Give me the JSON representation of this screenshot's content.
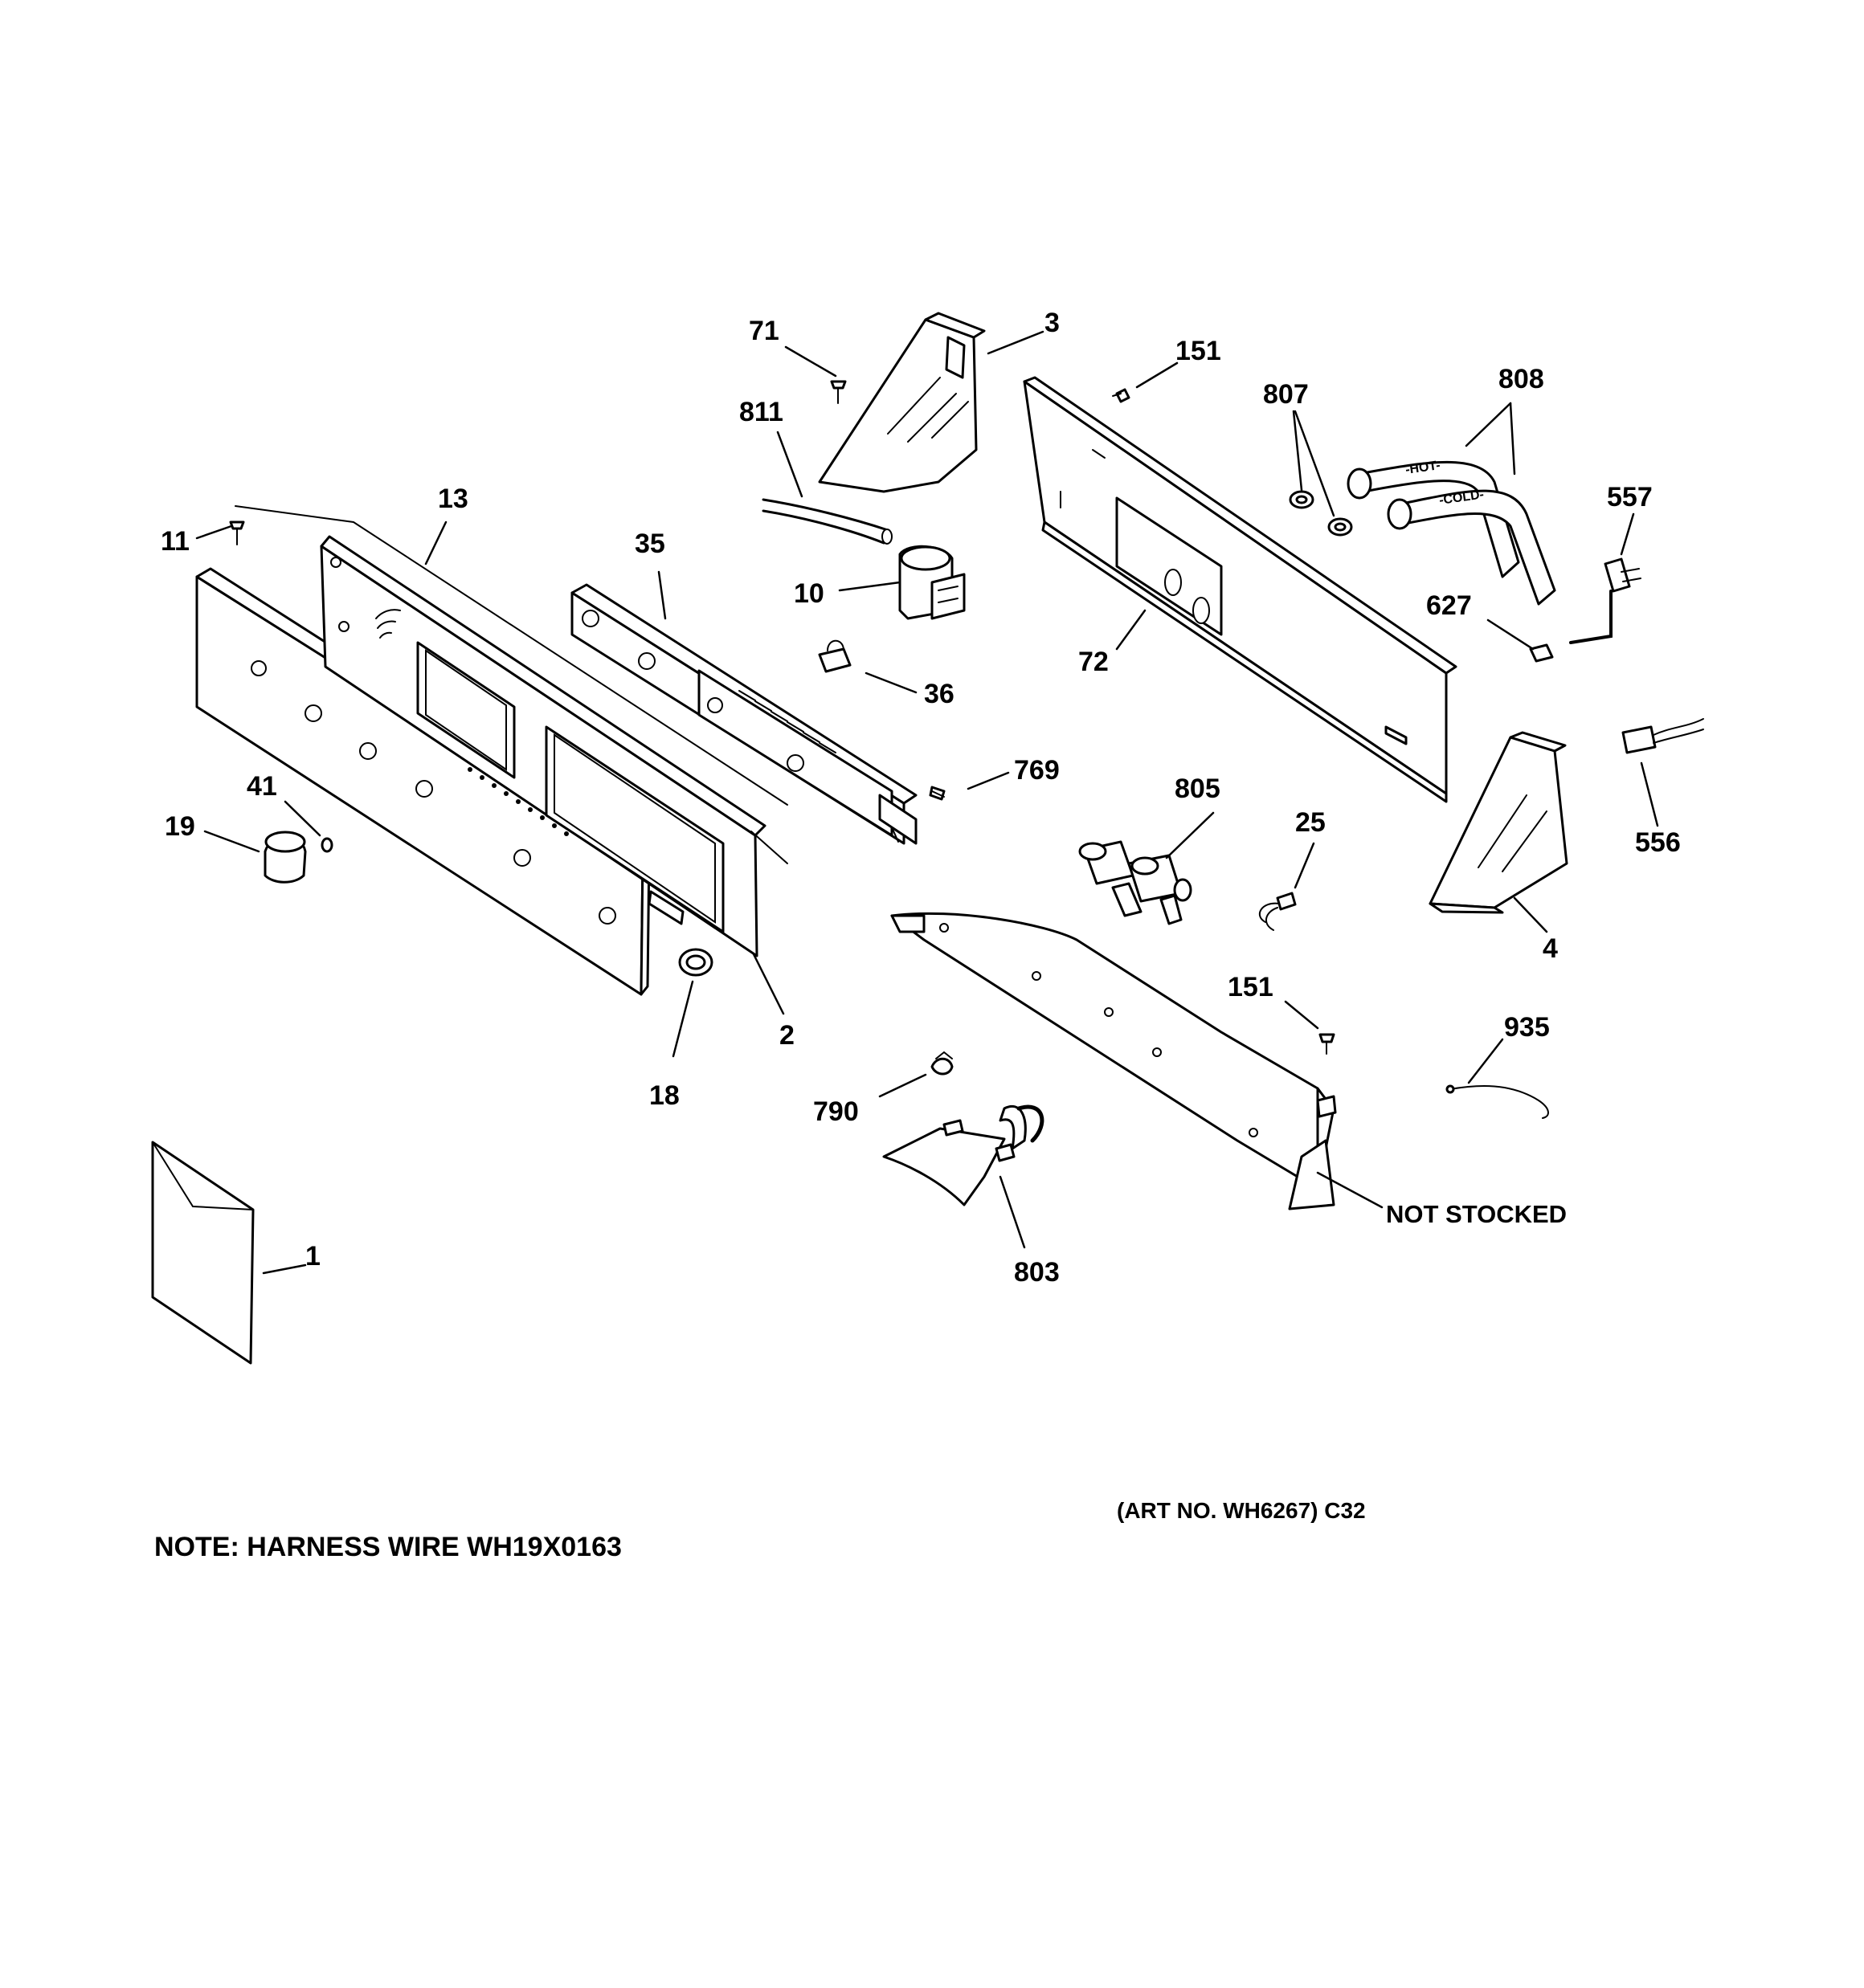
{
  "callouts": {
    "c71": "71",
    "c3": "3",
    "c811": "811",
    "c151a": "151",
    "c807": "807",
    "c808": "808",
    "c557": "557",
    "c13": "13",
    "c11": "11",
    "c35": "35",
    "c10": "10",
    "c72": "72",
    "c627": "627",
    "c36": "36",
    "c769": "769",
    "c805": "805",
    "c25": "25",
    "c556": "556",
    "c41": "41",
    "c19": "19",
    "c4": "4",
    "c151b": "151",
    "c935": "935",
    "c2": "2",
    "c18": "18",
    "c790": "790",
    "c803": "803",
    "c1": "1"
  },
  "labels": {
    "not_stocked": "NOT STOCKED",
    "art_no": "(ART NO. WH6267) C32",
    "note": "NOTE: HARNESS WIRE WH19X0163",
    "hose_hot": "-HOT-",
    "hose_cold": "-COLD-"
  }
}
